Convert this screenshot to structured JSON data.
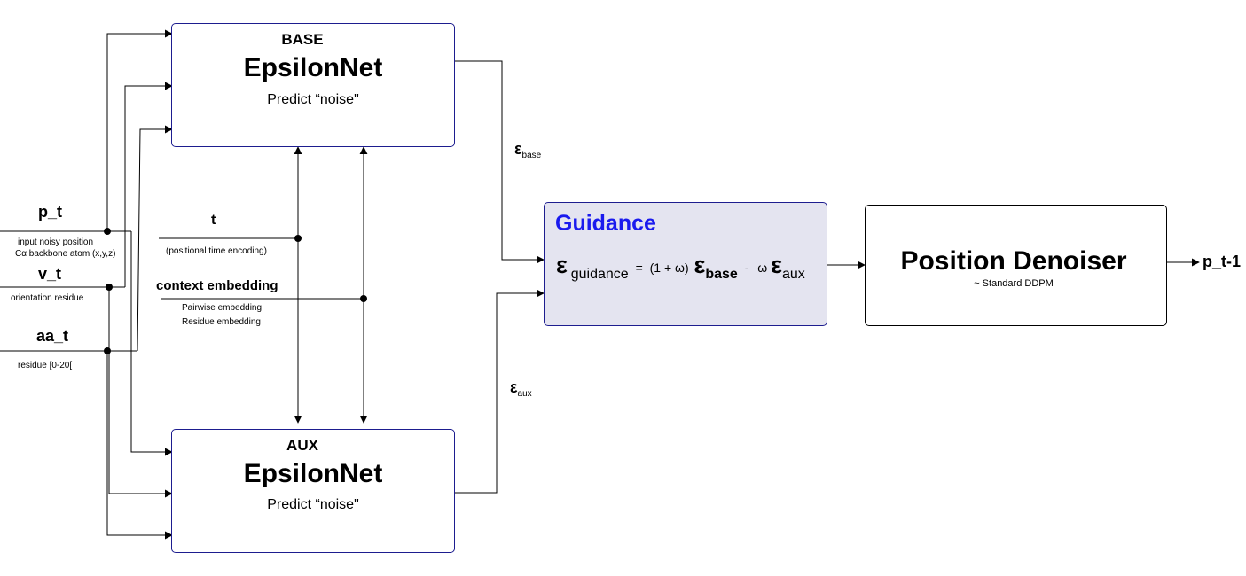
{
  "inputs": {
    "p_t": {
      "label": "p_t",
      "desc_line1": "input noisy position",
      "desc_line2": "Cα backbone atom (x,y,z)"
    },
    "v_t": {
      "label": "v_t",
      "desc": "orientation residue"
    },
    "aa_t": {
      "label": "aa_t",
      "desc": "residue [0-20["
    }
  },
  "conditions": {
    "t": {
      "label": "t",
      "desc": "(positional time encoding)"
    },
    "context": {
      "label": "context embedding",
      "desc_line1": "Pairwise embedding",
      "desc_line2": "Residue embedding"
    }
  },
  "base_net": {
    "tag": "BASE",
    "title": "EpsilonNet",
    "subtitle": "Predict “noise\""
  },
  "aux_net": {
    "tag": "AUX",
    "title": "EpsilonNet",
    "subtitle": "Predict “noise\""
  },
  "edges": {
    "eps_symbol": "ε",
    "base_sub": "base",
    "aux_sub": "aux"
  },
  "guidance": {
    "title": "Guidance",
    "eps": "ε",
    "lhs_sub": "guidance",
    "eq": "=",
    "coef": "(1 + ω)",
    "base_sub": "base",
    "minus": "-",
    "omega": "ω",
    "aux_sub": "aux",
    "title_color": "#1a1aee",
    "fill_color": "#e4e4f0"
  },
  "denoiser": {
    "title": "Position Denoiser",
    "subtitle": "~ Standard DDPM"
  },
  "output": {
    "label": "p_t-1"
  }
}
